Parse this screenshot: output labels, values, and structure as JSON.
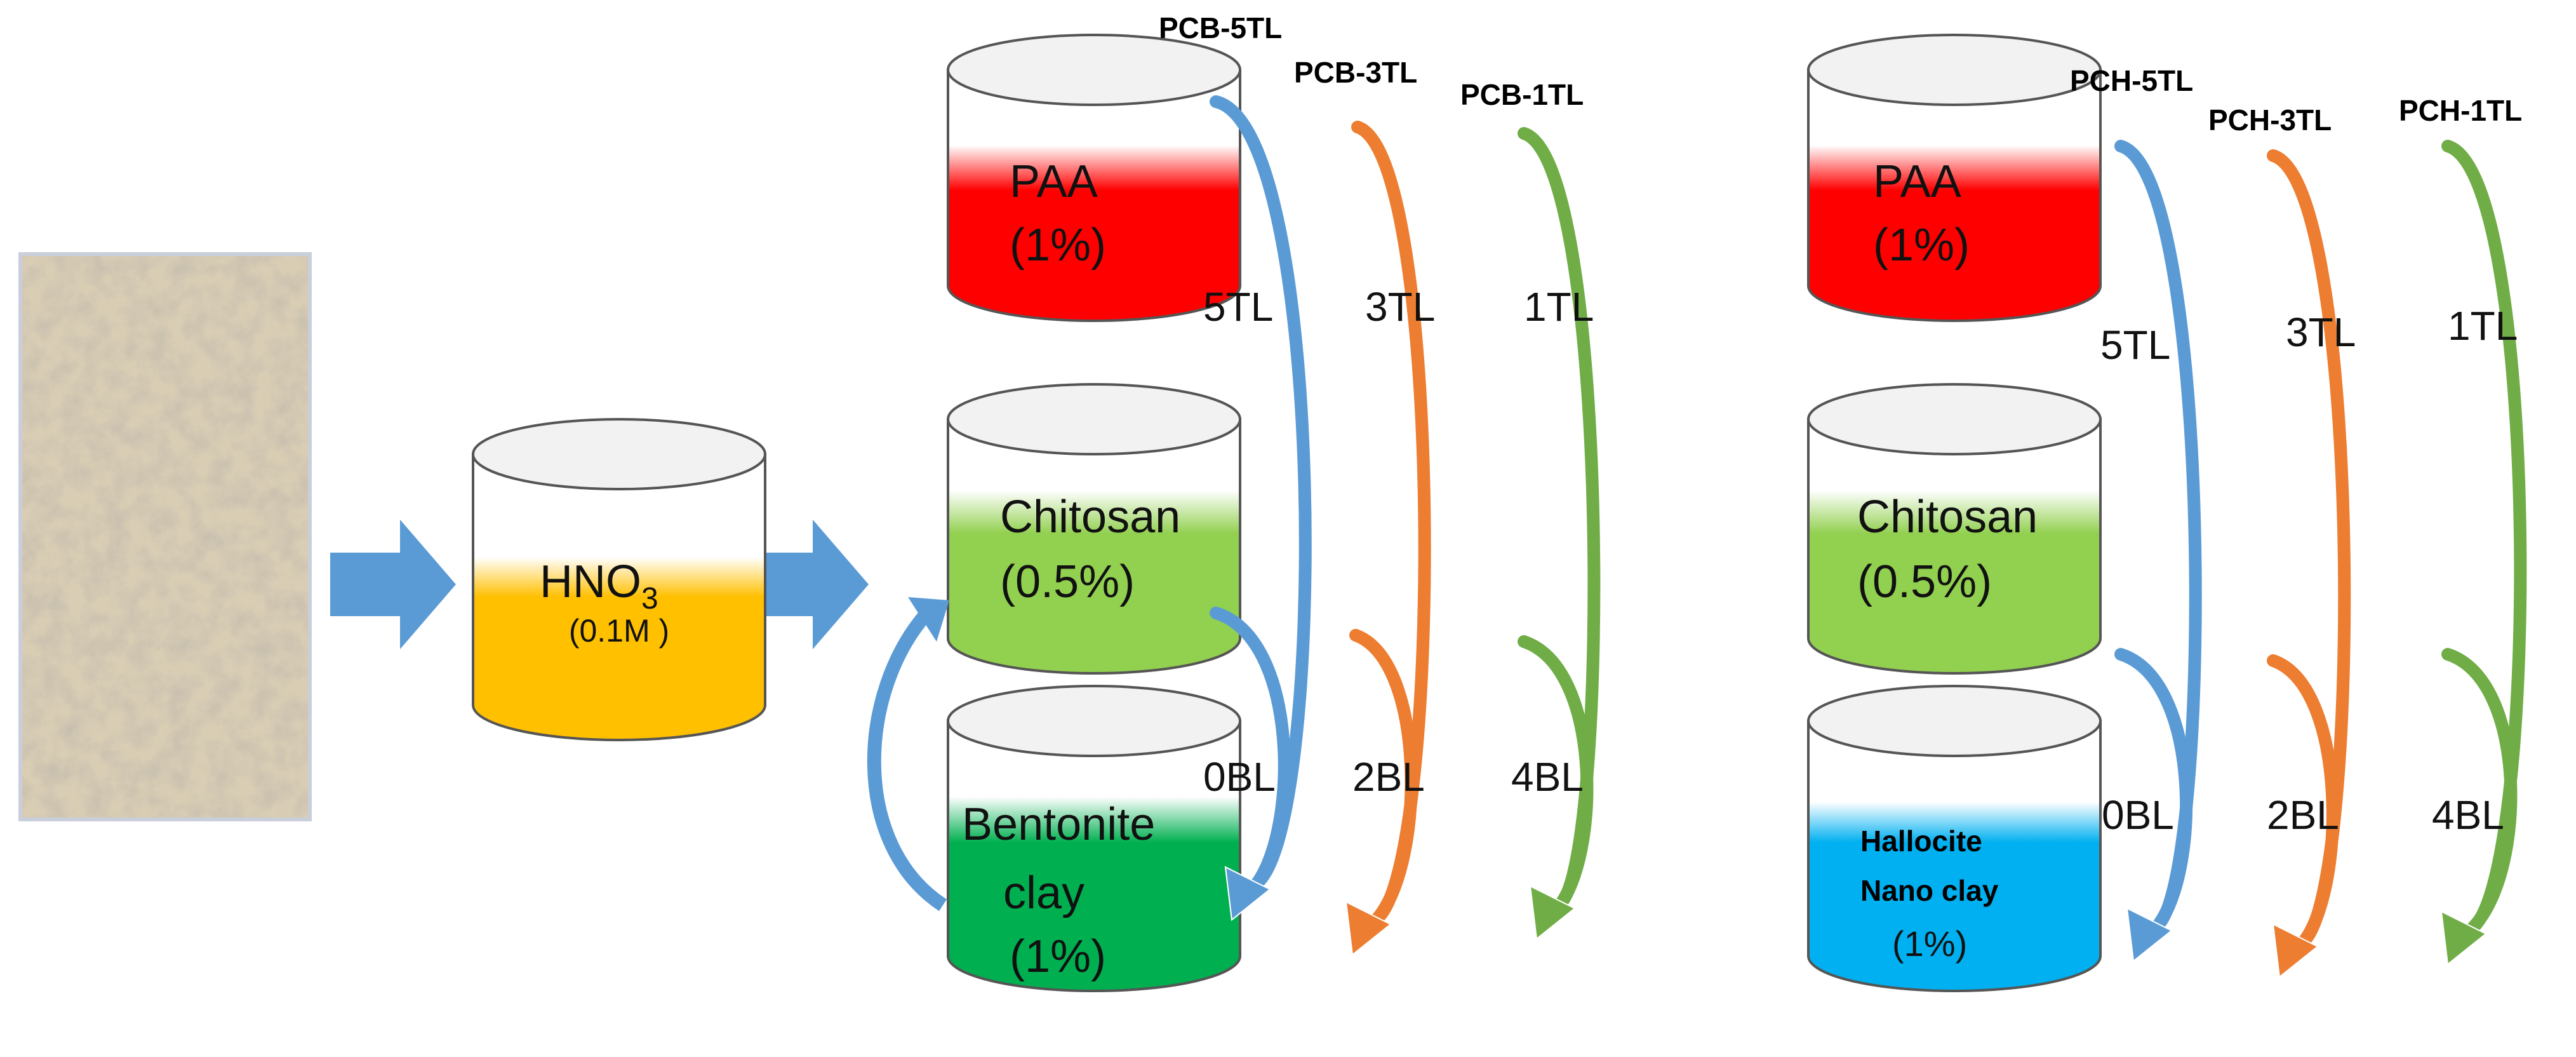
{
  "colors": {
    "nitric": "#FFC000",
    "paa": "#FF0000",
    "chitosan": "#92D050",
    "bentonite": "#00B050",
    "halloysite": "#00B0F0",
    "arrow_blue": "#5B9BD5",
    "arrow_orange": "#ED7D31",
    "arrow_green": "#70AD47"
  },
  "acid_bath": {
    "name": "HNO",
    "subscript": "3",
    "concentration": "(0.1M )"
  },
  "pcb": {
    "headers": [
      "PCB-5TL",
      "PCB-3TL",
      "PCB-1TL"
    ],
    "paa": {
      "name": "PAA",
      "concentration": "(1%)"
    },
    "chitosan": {
      "name": "Chitosan",
      "concentration": "(0.5%)"
    },
    "clay": {
      "name_line1": "Bentonite",
      "name_line2": "clay",
      "concentration": "(1%)"
    },
    "top_layers": [
      "5TL",
      "3TL",
      "1TL"
    ],
    "bottom_layers": [
      "0BL",
      "2BL",
      "4BL"
    ]
  },
  "pch": {
    "headers": [
      "PCH-5TL",
      "PCH-3TL",
      "PCH-1TL"
    ],
    "paa": {
      "name": "PAA",
      "concentration": "(1%)"
    },
    "chitosan": {
      "name": "Chitosan",
      "concentration": "(0.5%)"
    },
    "clay": {
      "name_line1": "Hallocite",
      "name_line2": "Nano clay",
      "concentration": "(1%)"
    },
    "top_layers": [
      "5TL",
      "3TL",
      "1TL"
    ],
    "bottom_layers": [
      "0BL",
      "2BL",
      "4BL"
    ]
  }
}
